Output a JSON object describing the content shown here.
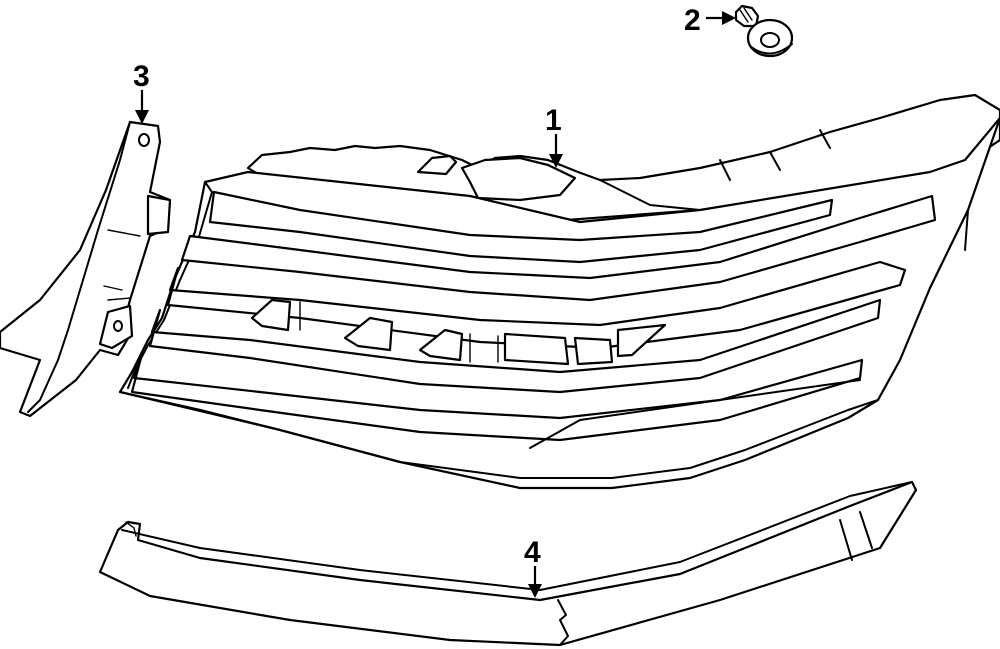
{
  "diagram": {
    "type": "exploded-parts",
    "callouts": [
      {
        "label": "1",
        "part": "tail-lamp-assembly"
      },
      {
        "label": "2",
        "part": "screw"
      },
      {
        "label": "3",
        "part": "bracket"
      },
      {
        "label": "4",
        "part": "trim-molding"
      }
    ]
  },
  "colors": {
    "stroke": "#000000",
    "background": "#ffffff"
  }
}
